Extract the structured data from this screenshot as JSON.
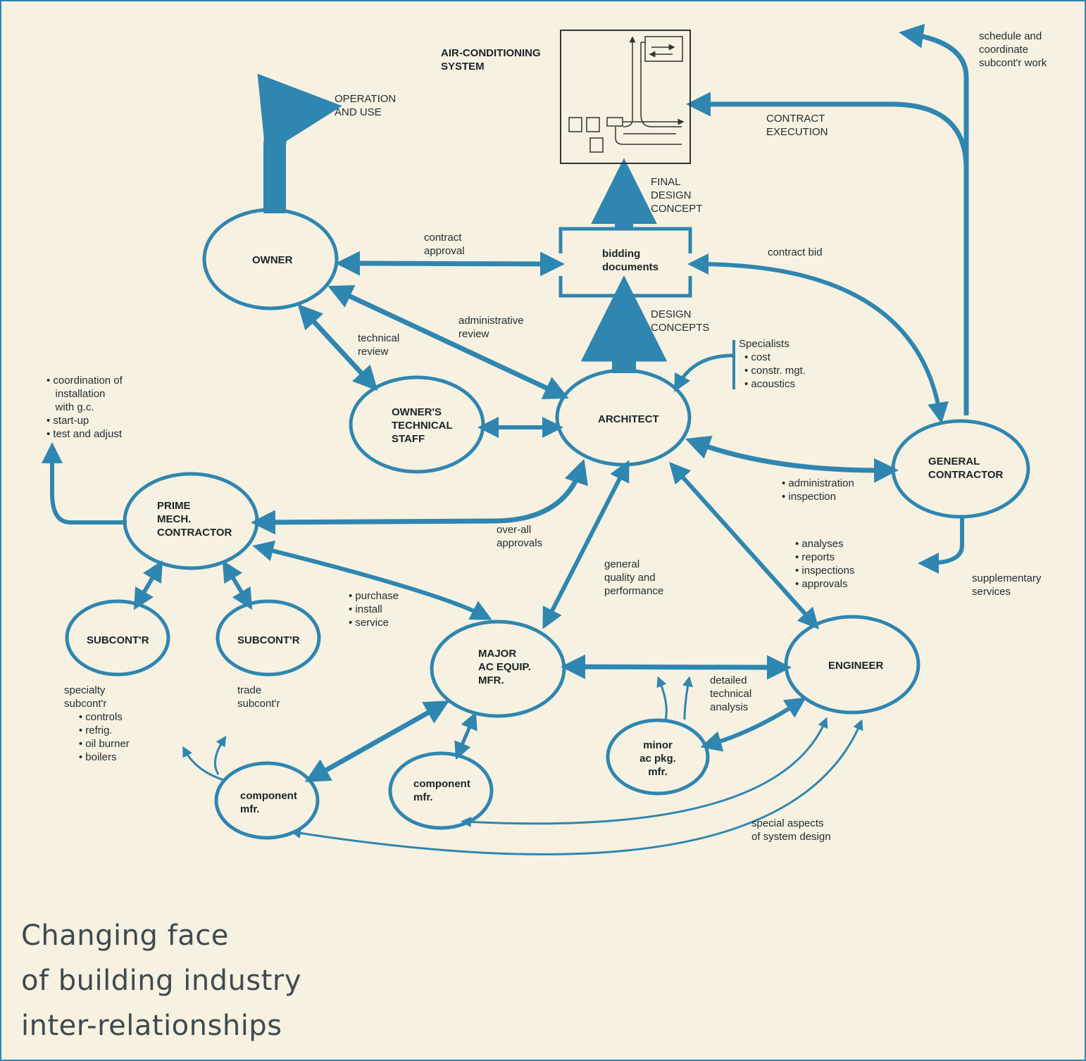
{
  "colors": {
    "accent": "#2f86b0",
    "background": "#f7f1e1",
    "text": "#1f2b30"
  },
  "nodes": {
    "owner": "OWNER",
    "owners_staff": "OWNER'S\nTECHNICAL\nSTAFF",
    "architect": "ARCHITECT",
    "general_contractor": "GENERAL\nCONTRACTOR",
    "prime_mech": "PRIME\nMECH.\nCONTRACTOR",
    "subcontr_1": "SUBCONT'R",
    "subcontr_2": "SUBCONT'R",
    "major_ac": "MAJOR\nAC EQUIP.\nMFR.",
    "engineer": "ENGINEER",
    "minor_ac": "minor\nac pkg.\nmfr.",
    "component_1": "component\nmfr.",
    "component_2": "component\nmfr.",
    "bidding_documents": "bidding\ndocuments",
    "ac_system": "AIR-CONDITIONING\nSYSTEM"
  },
  "labels": {
    "operation_use": "OPERATION\nAND USE",
    "final_design": "FINAL\nDESIGN\nCONCEPT",
    "design_concepts": "DESIGN\nCONCEPTS",
    "contract_execution": "CONTRACT\nEXECUTION",
    "schedule": "schedule and\ncoordinate\nsubcont'r work",
    "contract_approval": "contract\napproval",
    "contract_bid": "contract bid",
    "administrative_review": "administrative\nreview",
    "technical_review": "technical\nreview",
    "specialists_title": "Specialists",
    "specialists_items": "• cost\n• constr. mgt.\n• acoustics",
    "coordination": "• coordination of\n   installation\n   with g.c.\n• start-up\n• test and adjust",
    "administration": "• administration\n• inspection",
    "over_all": "over-all\napprovals",
    "analyses": "• analyses\n• reports\n• inspections\n• approvals",
    "general_quality": "general\nquality and\nperformance",
    "purchase": "• purchase\n• install\n• service",
    "supplementary": "supplementary\nservices",
    "specialty": "specialty\nsubcont'r\n     • controls\n     • refrig.\n     • oil burner\n     • boilers",
    "trade": "trade\nsubcont'r",
    "detailed": "detailed\ntechnical\nanalysis",
    "special_aspects": "special aspects\nof system design"
  },
  "title": {
    "line1": "Changing face",
    "line2": "of building industry",
    "line3": "inter-relationships"
  }
}
